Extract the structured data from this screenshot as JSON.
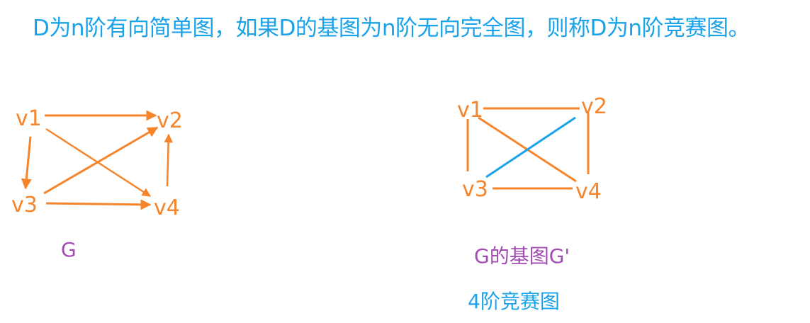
{
  "title": "D为n阶有向简单图，如果D的基图为n阶无向完全图，则称D为n阶竞赛图。",
  "colors": {
    "title": "#1aa3e8",
    "vertex_label": "#f5842b",
    "edge": "#f5842b",
    "highlight_edge": "#1aa3e8",
    "caption_purple": "#a24bb2",
    "caption_blue": "#1aa3e8"
  },
  "graph_G": {
    "caption": "G",
    "type": "directed",
    "vertices": [
      {
        "id": "v1",
        "label": "v1"
      },
      {
        "id": "v2",
        "label": "v2"
      },
      {
        "id": "v3",
        "label": "v3"
      },
      {
        "id": "v4",
        "label": "v4"
      }
    ],
    "arcs": [
      {
        "from": "v1",
        "to": "v2"
      },
      {
        "from": "v1",
        "to": "v3"
      },
      {
        "from": "v1",
        "to": "v4"
      },
      {
        "from": "v3",
        "to": "v2"
      },
      {
        "from": "v3",
        "to": "v4"
      },
      {
        "from": "v4",
        "to": "v2"
      }
    ]
  },
  "graph_base": {
    "caption": "G的基图G'",
    "subcaption": "4阶竞赛图",
    "type": "undirected",
    "vertices": [
      {
        "id": "v1",
        "label": "v1"
      },
      {
        "id": "v2",
        "label": "v2"
      },
      {
        "id": "v3",
        "label": "v3"
      },
      {
        "id": "v4",
        "label": "v4"
      }
    ],
    "edges": [
      {
        "a": "v1",
        "b": "v2",
        "color": "orange"
      },
      {
        "a": "v1",
        "b": "v3",
        "color": "orange"
      },
      {
        "a": "v1",
        "b": "v4",
        "color": "orange"
      },
      {
        "a": "v2",
        "b": "v3",
        "color": "blue"
      },
      {
        "a": "v2",
        "b": "v4",
        "color": "orange"
      },
      {
        "a": "v3",
        "b": "v4",
        "color": "orange"
      }
    ]
  }
}
